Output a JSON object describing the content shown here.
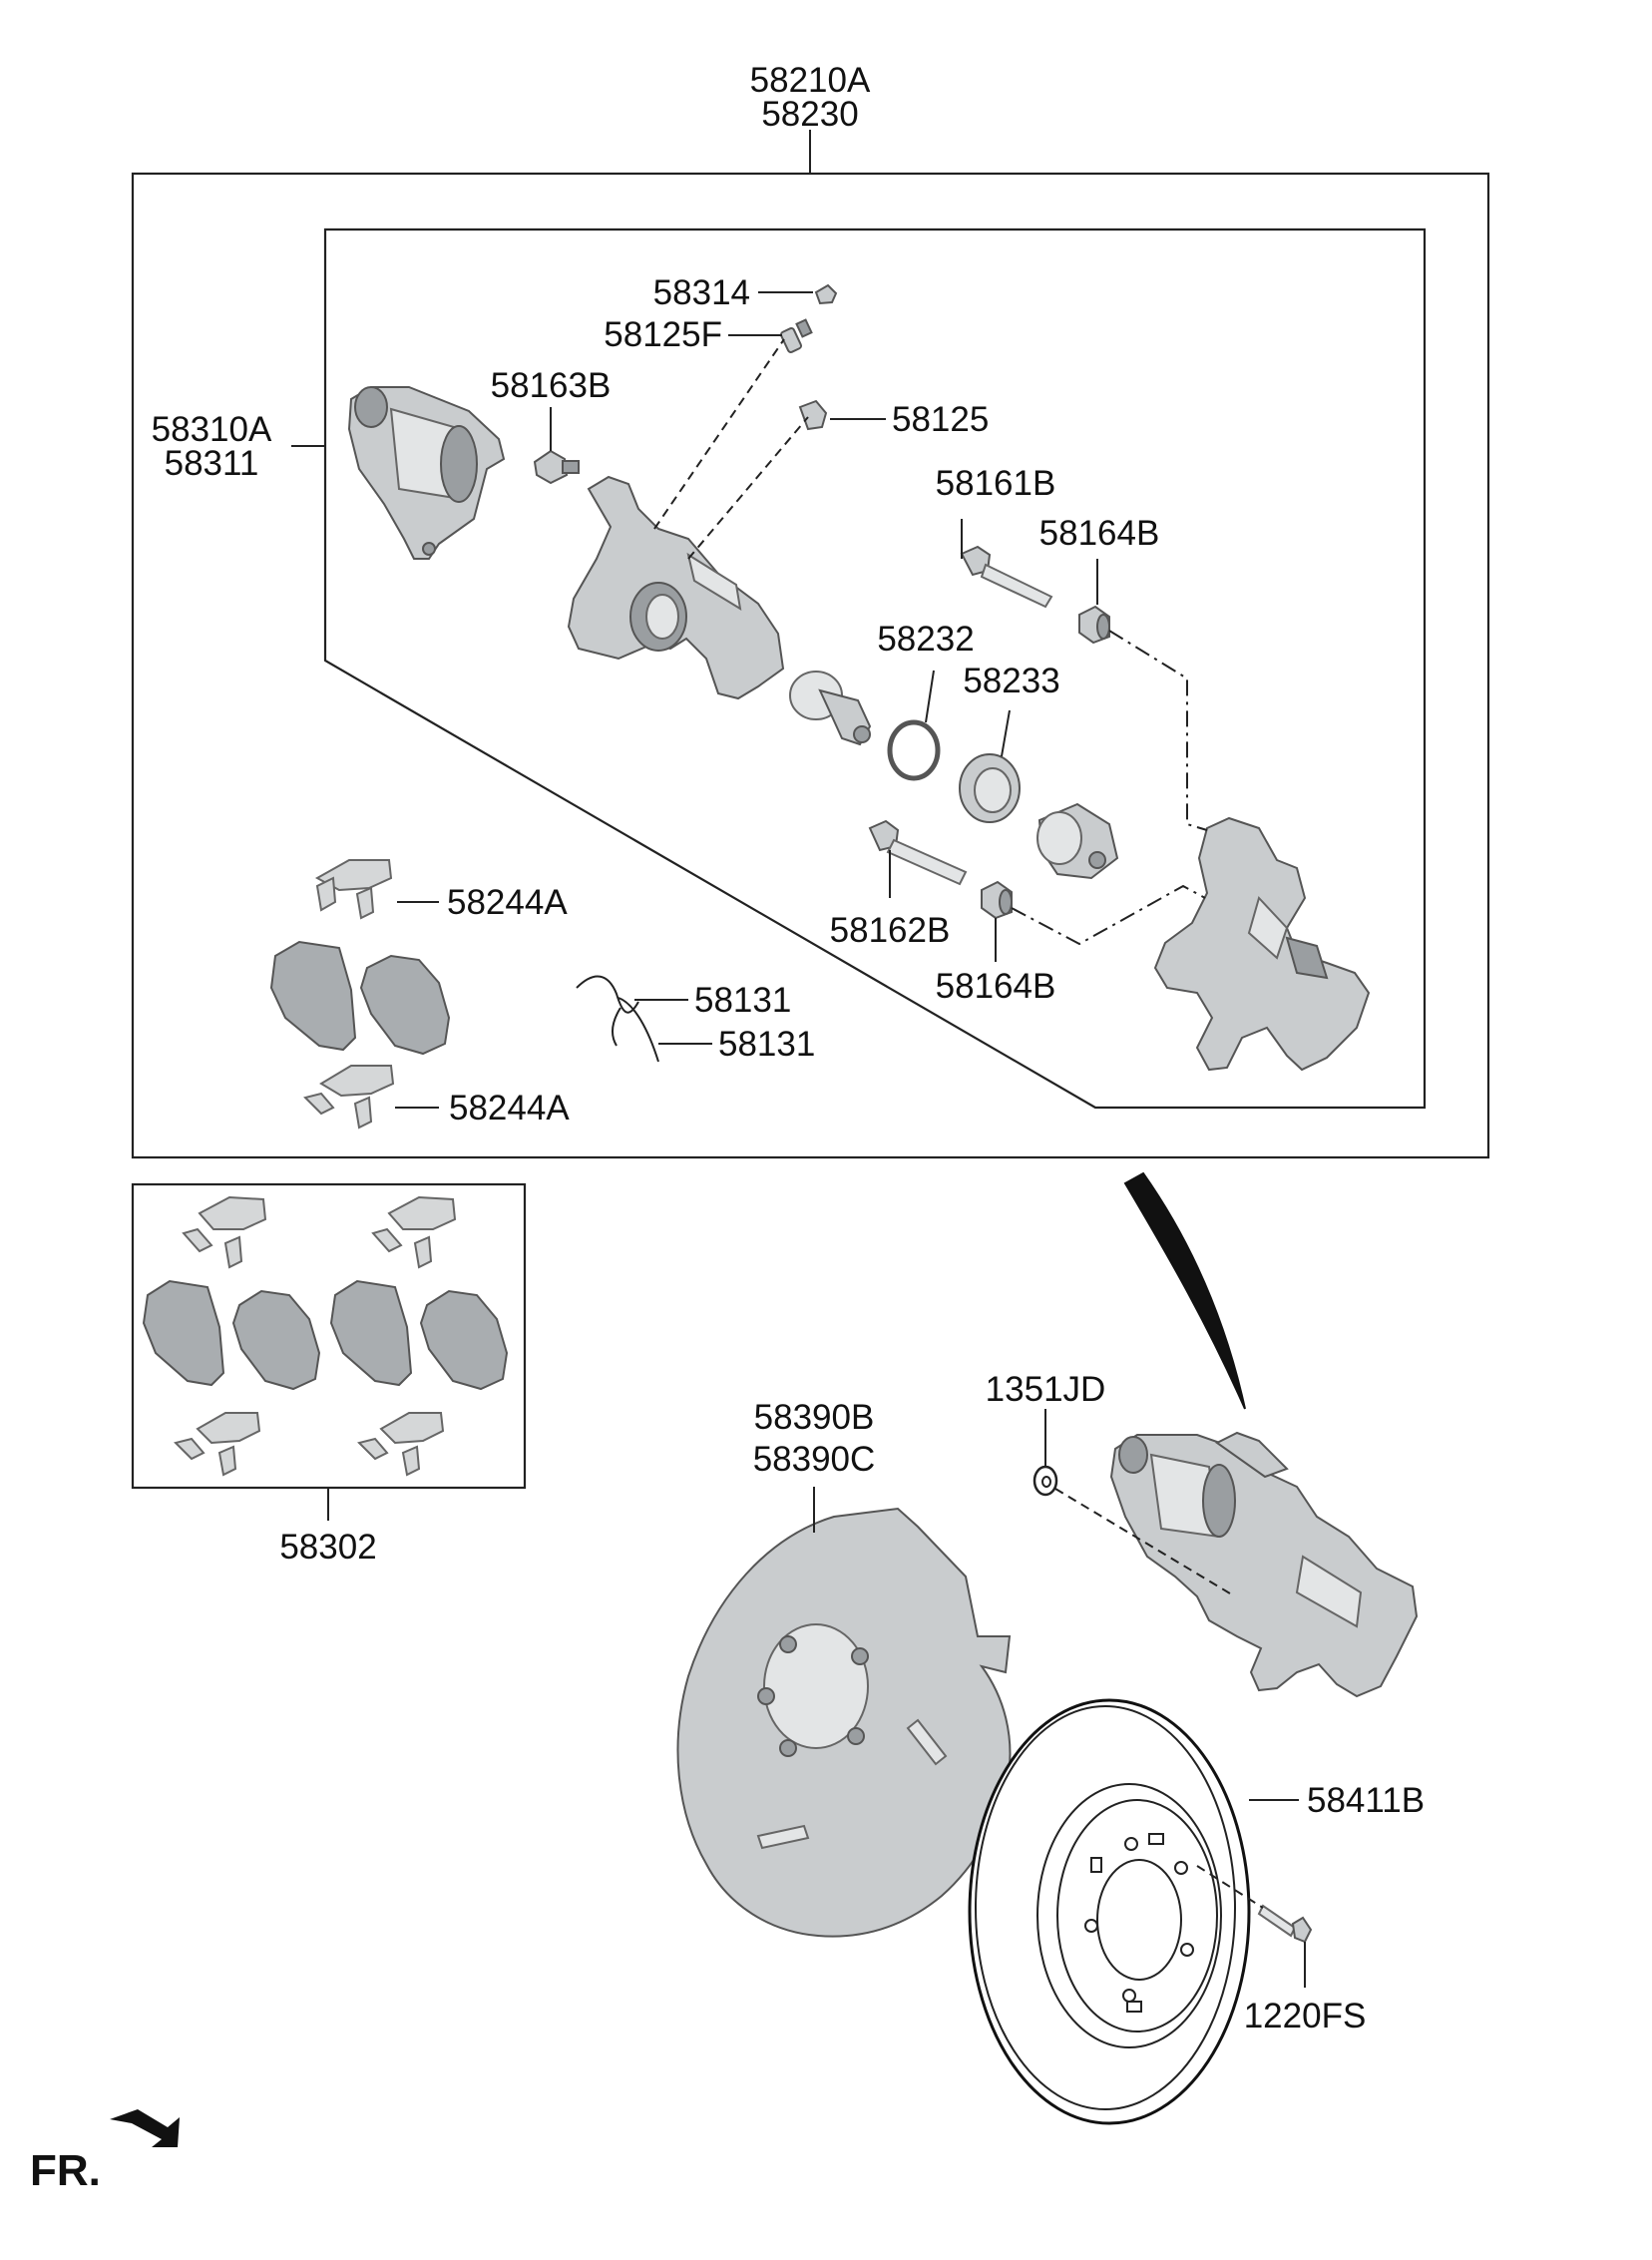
{
  "labels": {
    "assembly_a": "58210A",
    "assembly_b": "58230",
    "caliper_housing_a": "58310A",
    "caliper_housing_b": "58311",
    "bleeder_cap": "58314",
    "bleeder_screw": "58125F",
    "bolt_58163b": "58163B",
    "hose_58125": "58125",
    "guide_pin_58161b": "58161B",
    "boot_58164b_upper": "58164B",
    "seal_58232": "58232",
    "boot_58233": "58233",
    "pad_clip_upper": "58244A",
    "guide_pin_58162b": "58162B",
    "boot_58164b_lower": "58164B",
    "wire_upper": "58131",
    "wire_lower": "58131",
    "pad_clip_lower": "58244A",
    "pad_kit": "58302",
    "dust_cover_a": "58390B",
    "dust_cover_b": "58390C",
    "washer": "1351JD",
    "disc": "58411B",
    "screw": "1220FS",
    "front_marker": "FR."
  }
}
